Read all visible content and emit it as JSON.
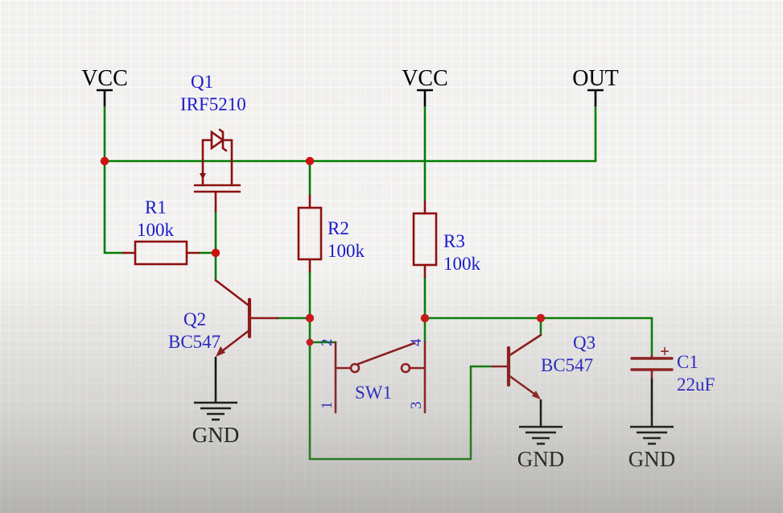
{
  "colors": {
    "wire": "#007d00",
    "component": "#8e1010",
    "junction": "#cc1111",
    "label": "#1a1acd",
    "net_text": "#000000",
    "background": "#f1f0ee"
  },
  "nets": {
    "vcc_left": "VCC",
    "vcc_mid": "VCC",
    "out": "OUT",
    "gnd1": "GND",
    "gnd2": "GND",
    "gnd3": "GND"
  },
  "components": {
    "q1": {
      "ref": "Q1",
      "value": "IRF5210"
    },
    "q2": {
      "ref": "Q2",
      "value": "BC547"
    },
    "q3": {
      "ref": "Q3",
      "value": "BC547"
    },
    "r1": {
      "ref": "R1",
      "value": "100k"
    },
    "r2": {
      "ref": "R2",
      "value": "100k"
    },
    "r3": {
      "ref": "R3",
      "value": "100k"
    },
    "c1": {
      "ref": "C1",
      "value": "22uF",
      "polarity": "+"
    },
    "sw1": {
      "ref": "SW1",
      "pin1": "1",
      "pin2": "2",
      "pin3": "3",
      "pin4": "4"
    }
  }
}
